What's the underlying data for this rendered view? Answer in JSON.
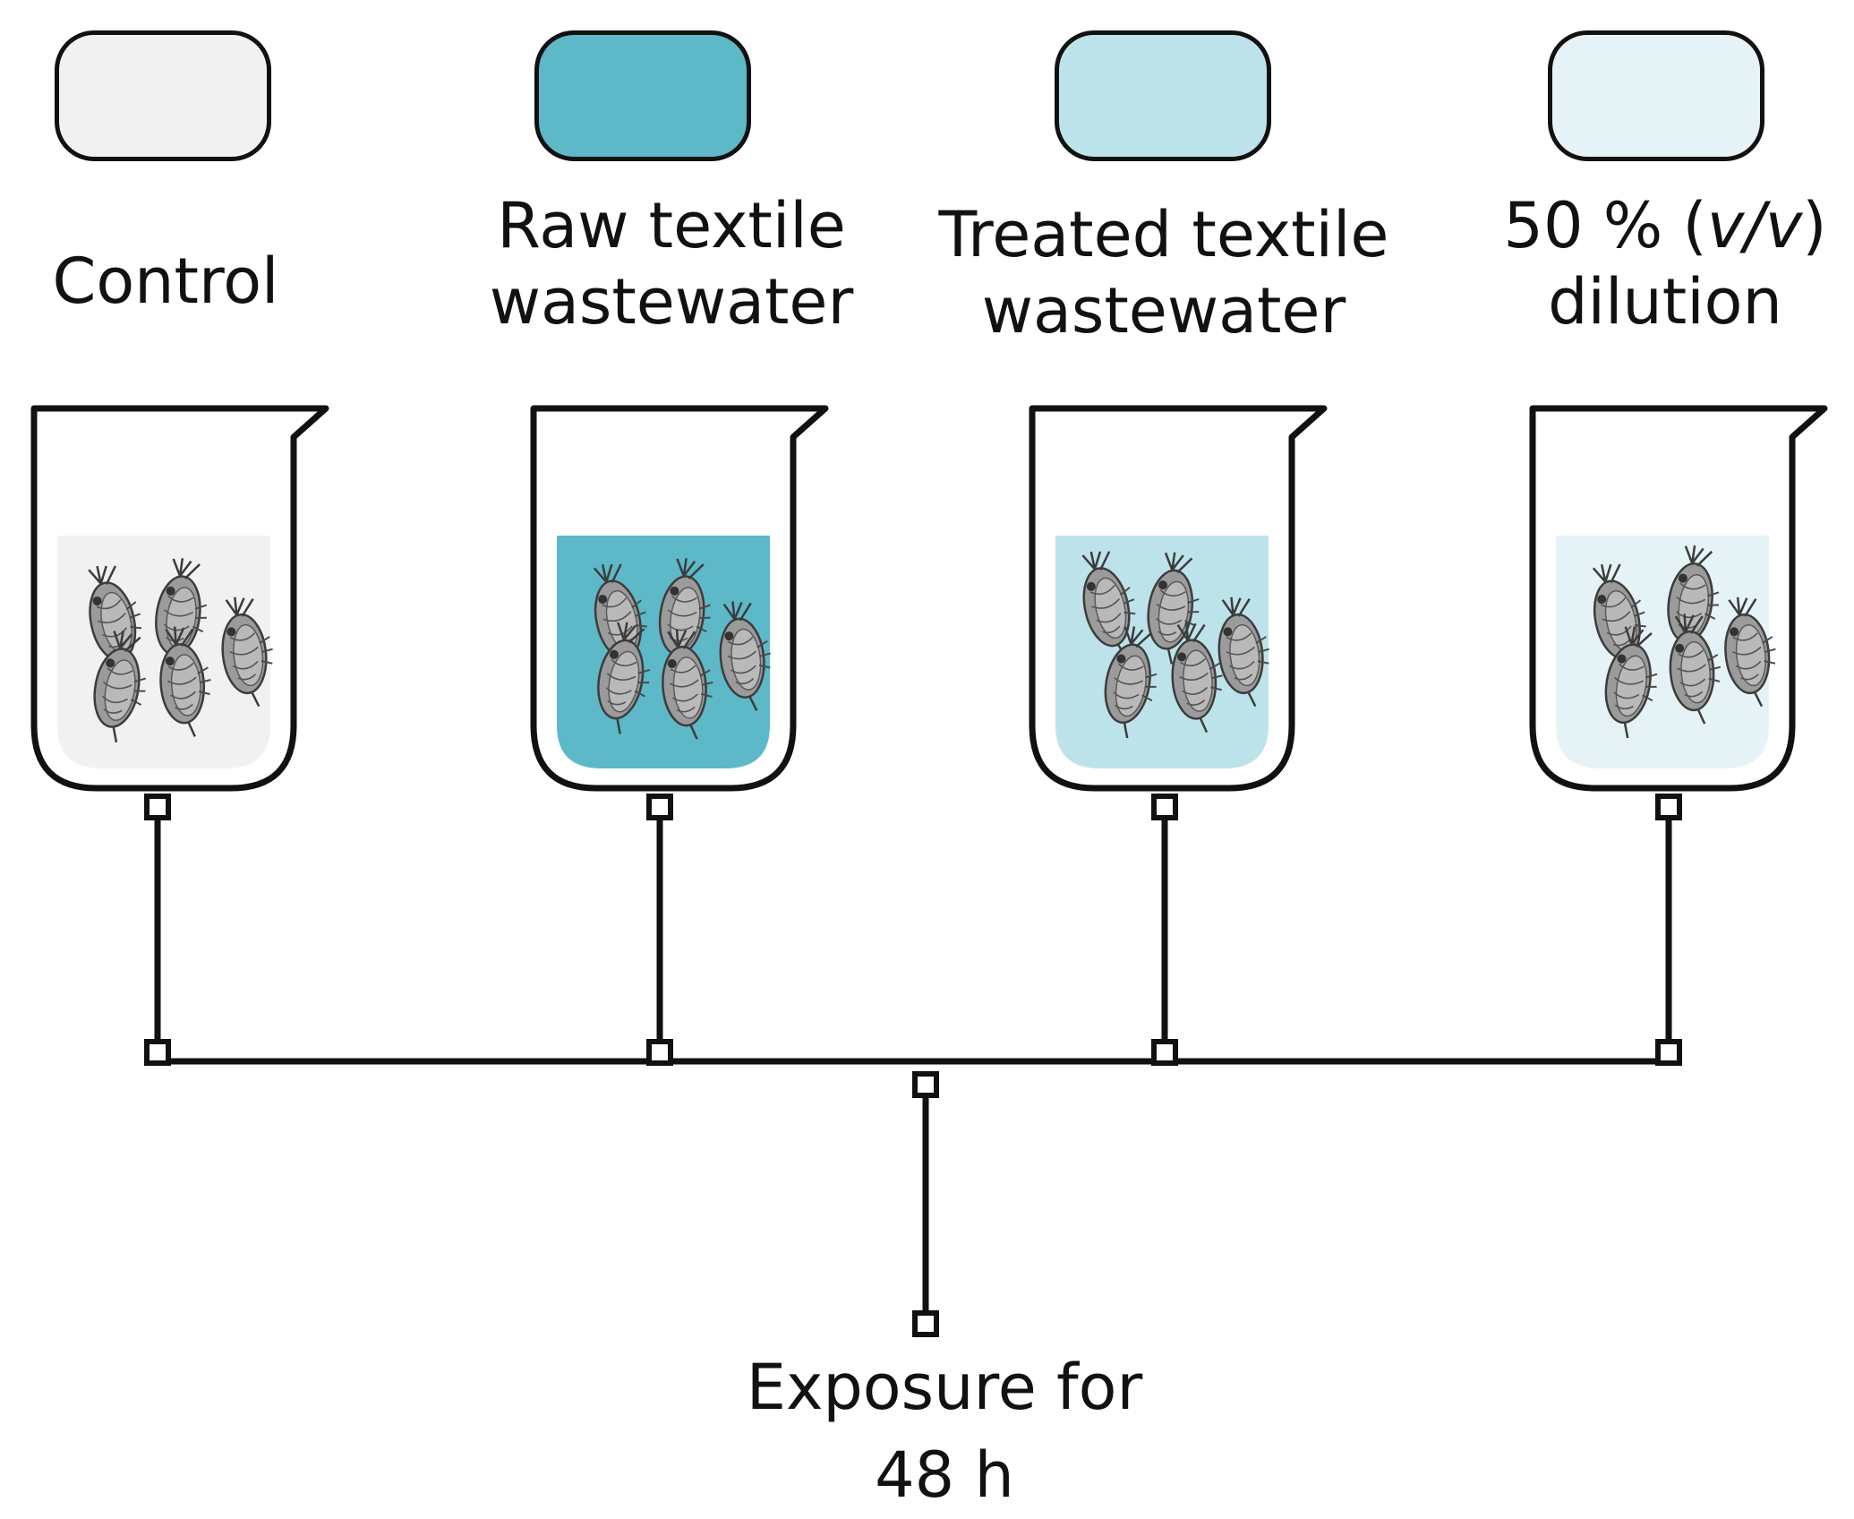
{
  "groups": [
    {
      "id": "control",
      "lines": [
        "Control"
      ],
      "color": "#f1f1f1",
      "organisms": 5
    },
    {
      "id": "raw",
      "lines": [
        "Raw textile",
        "wastewater"
      ],
      "color": "#5db8c8",
      "organisms": 5
    },
    {
      "id": "treated",
      "lines": [
        "Treated textile",
        "wastewater"
      ],
      "color": "#bde3ea",
      "organisms": 5
    },
    {
      "id": "dilution",
      "lines": [
        "50 % (",
        "v/v",
        ")",
        "dilution"
      ],
      "color": "#e6f3f6",
      "organisms": 5
    }
  ],
  "exposure": {
    "line1": "Exposure for",
    "line2": "48 h"
  },
  "colors": {
    "stroke": "#111111",
    "organism": "#8a8a8a",
    "organism_dark": "#4a4a4a"
  }
}
